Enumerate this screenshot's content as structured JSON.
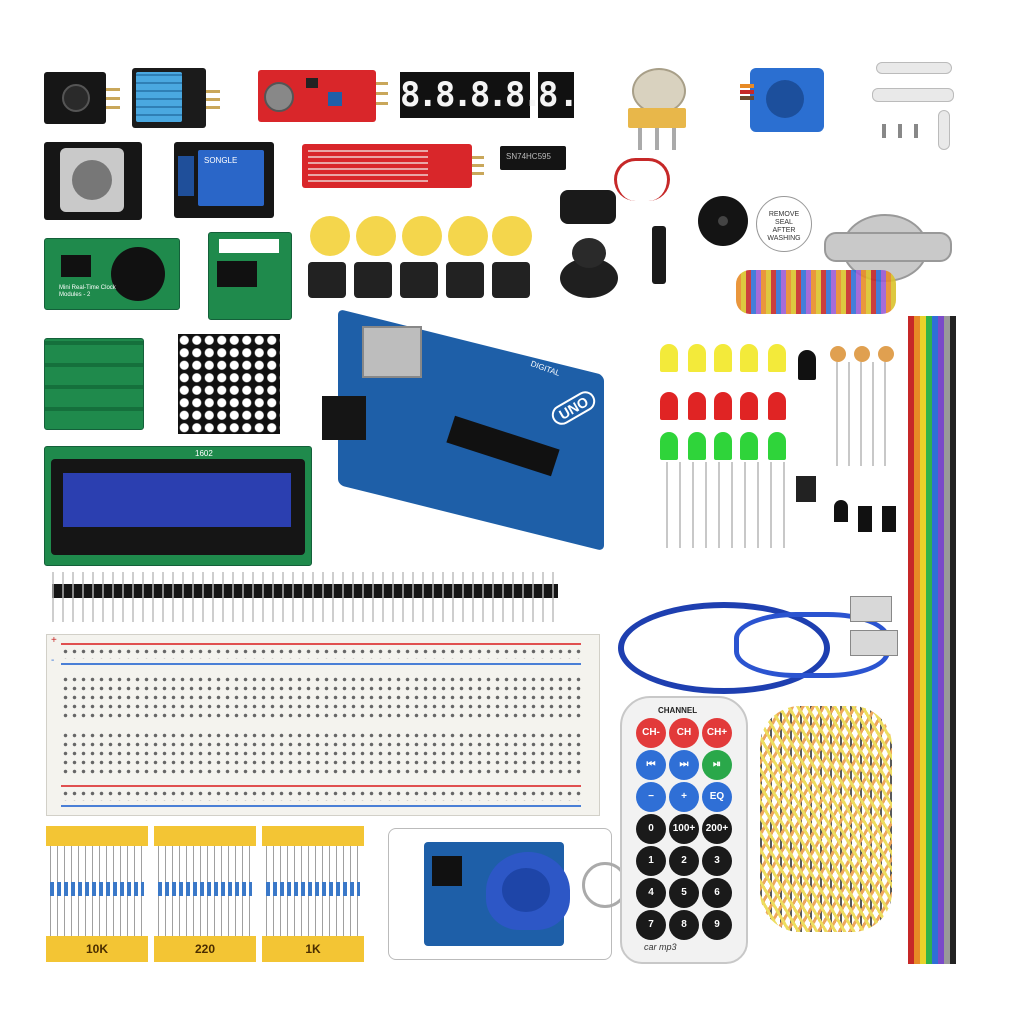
{
  "segment_display": {
    "digits": "8.8.8.8.8.",
    "single_digit": "8."
  },
  "rtc_module": {
    "label": "Mini Real-Time Clock Modules - 2"
  },
  "relay_module": {
    "label": "SONGLE"
  },
  "arduino_board": {
    "label": "UNO",
    "digital_label": "DIGITAL"
  },
  "shift_register_ic": {
    "label": "SN74HC595"
  },
  "buzzer_sticker": {
    "label": "REMOVE SEAL AFTER WASHING"
  },
  "lcd_module": {
    "label": "1602"
  },
  "breadboard": {
    "plus_label": "+",
    "minus_label": "-"
  },
  "resistors": [
    {
      "label": "10K"
    },
    {
      "label": "220"
    },
    {
      "label": "1K"
    }
  ],
  "remote": {
    "header": "CHANNEL",
    "rows": [
      [
        "CH-",
        "CH",
        "CH+"
      ],
      [
        "⏮",
        "⏭",
        "⏯"
      ],
      [
        "−",
        "+",
        "EQ"
      ],
      [
        "0",
        "100+",
        "200+"
      ],
      [
        "1",
        "2",
        "3"
      ],
      [
        "4",
        "5",
        "6"
      ],
      [
        "7",
        "8",
        "9"
      ]
    ],
    "brand": "car mp3"
  },
  "colors": {
    "pcb_green": "#1f8a4c",
    "pcb_blue": "#1e5fa8",
    "pcb_red": "#d9262a",
    "remote_red": "#e23a3a",
    "remote_blue": "#2f6fd6",
    "remote_green": "#2aa84a",
    "remote_black": "#1a1a1a",
    "resistor_tape": "#f3c534"
  }
}
